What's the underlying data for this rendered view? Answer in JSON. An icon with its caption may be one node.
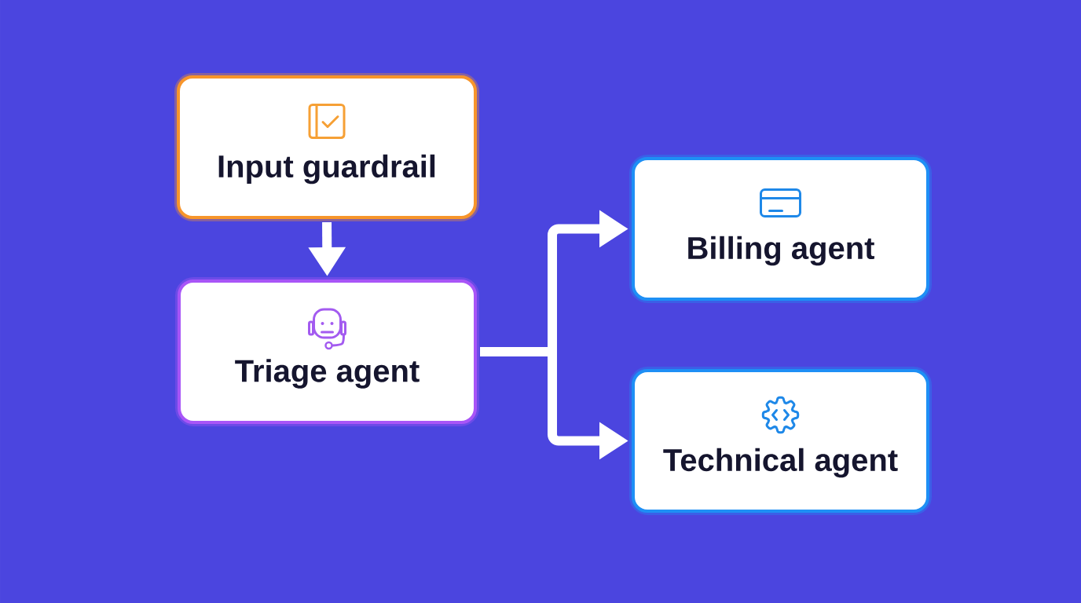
{
  "diagram": {
    "nodes": [
      {
        "text": [
          "Input guardrail"
        ]
      },
      {
        "text": [
          "Triage agent"
        ]
      },
      {
        "text": [
          "Billing agent"
        ]
      },
      {
        "text": [
          "Technical agent"
        ]
      }
    ],
    "edges": [
      {
        "from": 0,
        "to": 1,
        "arrow": "to"
      },
      {
        "from": 1,
        "to": 2,
        "arrow": "to"
      },
      {
        "from": 1,
        "to": 3,
        "arrow": "to"
      }
    ]
  }
}
